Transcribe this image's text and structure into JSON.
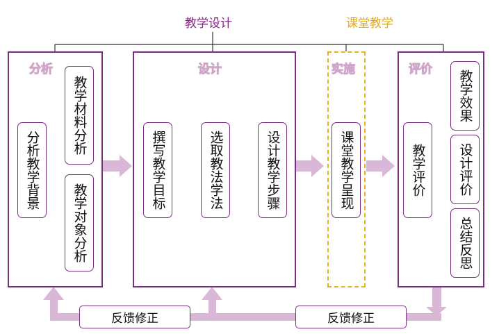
{
  "header": {
    "teaching_design": "教学设计",
    "classroom_teaching": "课堂教学"
  },
  "stages": {
    "analysis": {
      "title": "分析",
      "main": "分析教学背景",
      "sub1": "教学材料分析",
      "sub2": "教学对象分析"
    },
    "design": {
      "title": "设计",
      "step1": "撰写教学目标",
      "step2": "选取教法学法",
      "step3": "设计教学步骤"
    },
    "implement": {
      "title": "实施",
      "main": "课堂教学呈现"
    },
    "evaluate": {
      "title": "评价",
      "main": "教学评价",
      "sub1": "教学效果",
      "sub2": "设计评价",
      "sub3": "总结反思"
    }
  },
  "feedback": {
    "left": "反馈修正",
    "right": "反馈修正"
  },
  "colors": {
    "purple_border": "#7b2d86",
    "arrow_fill": "#d9b7d6",
    "gold_dashed": "#e9b21c",
    "label_purple": "#8b1f8b",
    "label_gold": "#e6a817"
  }
}
